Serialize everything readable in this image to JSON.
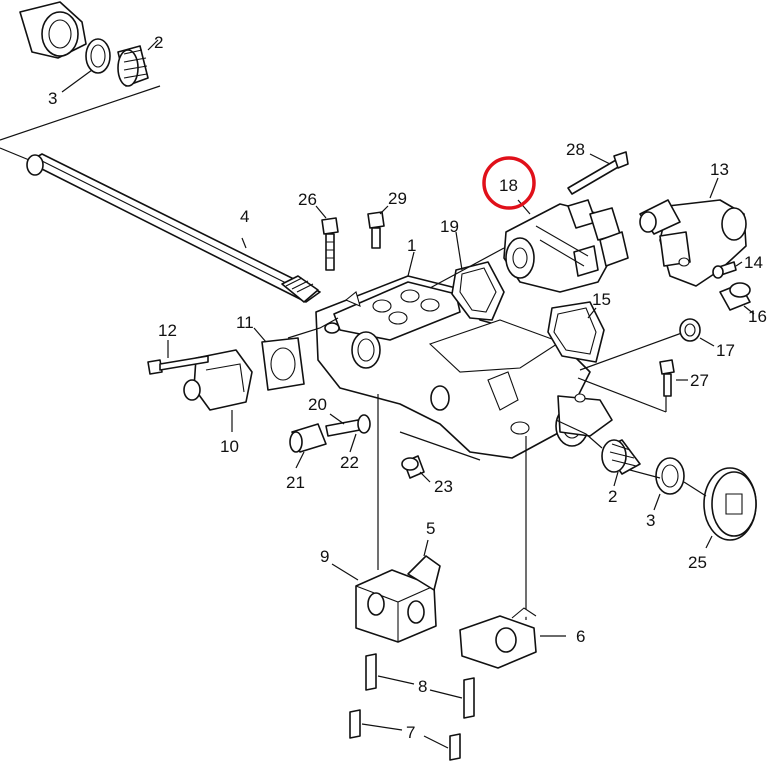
{
  "labels": {
    "p1": "1",
    "p2a": "2",
    "p2b": "2",
    "p3a": "3",
    "p3b": "3",
    "p4": "4",
    "p5": "5",
    "p6": "6",
    "p7": "7",
    "p8": "8",
    "p9": "9",
    "p10": "10",
    "p11": "11",
    "p12": "12",
    "p13": "13",
    "p14": "14",
    "p15": "15",
    "p16": "16",
    "p17": "17",
    "p18": "18",
    "p19": "19",
    "p20": "20",
    "p21": "21",
    "p22": "22",
    "p23": "23",
    "p25": "25",
    "p26": "26",
    "p27": "27",
    "p28": "28",
    "p29": "29"
  },
  "highlight": {
    "part": "18",
    "color": "#e0101a"
  }
}
